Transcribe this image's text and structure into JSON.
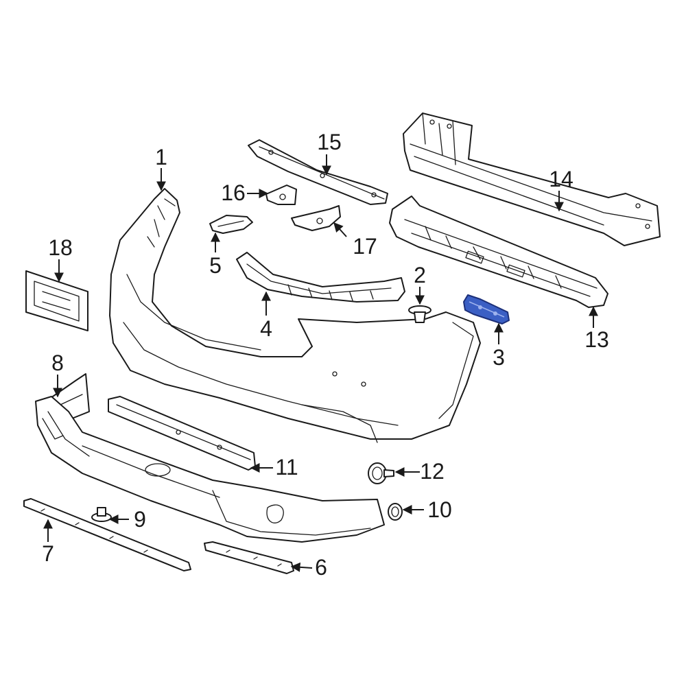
{
  "diagram": {
    "highlight_color": "#3b5fc4",
    "line_color": "#1a1a1a",
    "callouts": [
      {
        "id": "1",
        "label": "1"
      },
      {
        "id": "2",
        "label": "2"
      },
      {
        "id": "3",
        "label": "3"
      },
      {
        "id": "4",
        "label": "4"
      },
      {
        "id": "5",
        "label": "5"
      },
      {
        "id": "6",
        "label": "6"
      },
      {
        "id": "7",
        "label": "7"
      },
      {
        "id": "8",
        "label": "8"
      },
      {
        "id": "9",
        "label": "9"
      },
      {
        "id": "10",
        "label": "10"
      },
      {
        "id": "11",
        "label": "11"
      },
      {
        "id": "12",
        "label": "12"
      },
      {
        "id": "13",
        "label": "13"
      },
      {
        "id": "14",
        "label": "14"
      },
      {
        "id": "15",
        "label": "15"
      },
      {
        "id": "16",
        "label": "16"
      },
      {
        "id": "17",
        "label": "17"
      },
      {
        "id": "18",
        "label": "18"
      }
    ],
    "highlighted_part": "3"
  }
}
